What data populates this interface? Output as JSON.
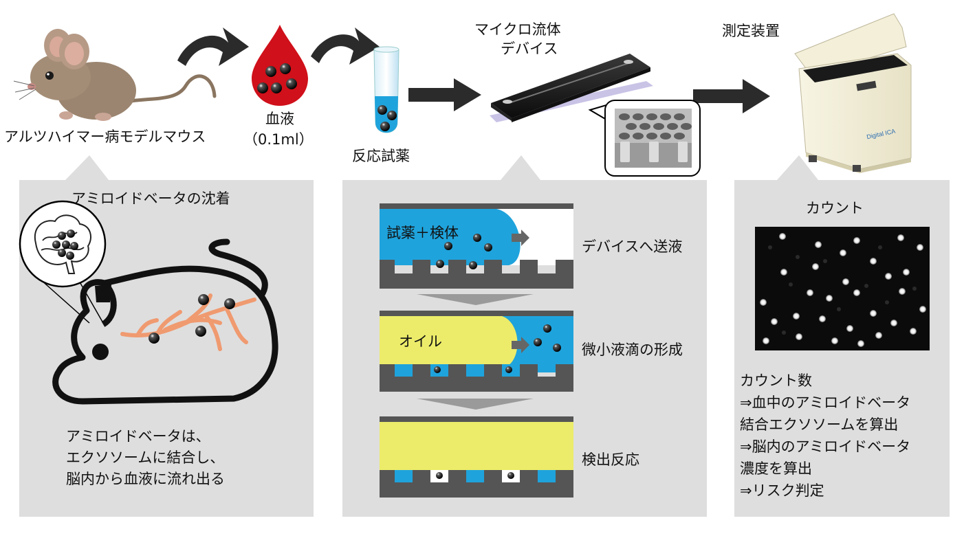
{
  "top": {
    "mouse_label": "アルツハイマー病モデルマウス",
    "blood_label": "血液",
    "blood_volume": "（0.1ml）",
    "reagent_label": "反応試薬",
    "device_label_1": "マイクロ流体",
    "device_label_2": "デバイス",
    "instrument_label": "測定装置",
    "instrument_brand": "Digital ICA"
  },
  "left_panel": {
    "title": "アミロイドベータの沈着",
    "caption": [
      "アミロイドベータは、",
      "エクソソームに結合し、",
      "脳内から血液に流れ出る"
    ]
  },
  "middle_panel": {
    "step1_inside": "試薬＋検体",
    "step1_label": "デバイスへ送液",
    "step2_inside": "オイル",
    "step2_label": "微小液滴の形成",
    "step3_label": "検出反応"
  },
  "right_panel": {
    "title": "カウント",
    "caption": [
      "カウント数",
      "⇒血中のアミロイドベータ",
      "結合エクソソームを算出",
      "⇒脳内のアミロイドベータ",
      "濃度を算出",
      "⇒リスク判定"
    ]
  },
  "colors": {
    "panel_bg": "#dedede",
    "blue": "#1fa3dc",
    "yellow": "#ecec6a",
    "blood_red": "#d0101a",
    "vessel_orange": "#f09a70",
    "dark_gray": "#555555",
    "arrow_dark": "#2b2b2b"
  }
}
